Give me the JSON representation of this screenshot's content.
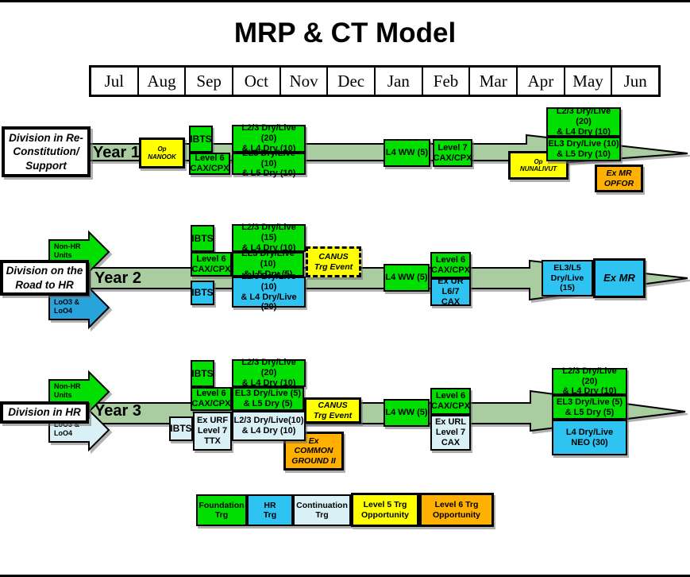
{
  "title": "MRP & CT Model",
  "months": [
    "Jul",
    "Aug",
    "Sep",
    "Oct",
    "Nov",
    "Dec",
    "Jan",
    "Feb",
    "Mar",
    "Apr",
    "May",
    "Jun"
  ],
  "rows": [
    {
      "label": "Division in Re-\nConstitution/\nSupport",
      "year": "Year 1"
    },
    {
      "label": "Division on the\nRoad to HR",
      "year": "Year 2",
      "non_hr": "Non-HR\nUnits",
      "loo": "LoO3 &\nLoO4"
    },
    {
      "label": "Division in HR",
      "year": "Year 3",
      "non_hr": "Non-HR\nUnits",
      "loo": "LoO3 &\nLoO4"
    }
  ],
  "events": {
    "y1_op_nanook": "Op\nNANOOK",
    "y1_ibts": "IBTS",
    "y1_level6": "Level 6\nCAX/CPX",
    "y1_l23_left": "L2/3 Dry/Live (20)\n& L4 Dry (10)",
    "y1_el3_left": "EL3 Dry/Live (10)\n& L5 Dry (10)",
    "y1_l4ww": "L4 WW (5)",
    "y1_level7": "Level 7\nCAX/CPX",
    "y1_l23_right": "L2/3 Dry/Live (20)\n& L4 Dry (10)",
    "y1_el3_right": "EL3 Dry/Live (10)\n& L5 Dry (10)",
    "y1_op_nunalivut": "Op\nNUNALIVUT",
    "y1_ex_mr_opfor": "Ex MR\nOPFOR",
    "y2_ibts_green": "IBTS",
    "y2_level6": "Level 6\nCAX/CPX",
    "y2_ibts_blue": "IBTS",
    "y2_l23_green": "L2/3 Dry/Live (15)\n& L4 Dry (10)",
    "y2_el3_green": "EL3 Dry/Live (10)\n& L5 Dry (5)",
    "y2_l23_blue": "L2/3 Dry/Live (10)\n& L4 Dry/Live (20)",
    "y2_canus": "CANUS\nTrg Event",
    "y2_l4ww": "L4 WW (5)",
    "y2_level6_b": "Level 6\nCAX/CPX",
    "y2_ex_ur": "Ex UR\nL6/7 CAX",
    "y2_el3l5": "EL3/L5\nDry/Live\n(15)",
    "y2_ex_mr": "Ex MR",
    "y3_ibts_green": "IBTS",
    "y3_level6": "Level 6\nCAX/CPX",
    "y3_ibts_pale": "IBTS",
    "y3_ex_urf": "Ex URF\nLevel 7\nTTX",
    "y3_l23_green": "L2/3 Dry/Live (20)\n& L4 Dry (10)",
    "y3_el3_green": "EL3 Dry/Live (5)\n& L5 Dry (5)",
    "y3_l23_pale": "L2/3 Dry/Live(10)\n& L4 Dry (10)",
    "y3_canus": "CANUS\nTrg Event",
    "y3_ex_common": "Ex\nCOMMON\nGROUND II",
    "y3_l4ww": "L4 WW (5)",
    "y3_level6_b": "Level 6\nCAX/CPX",
    "y3_ex_url": "Ex URL\nLevel 7\nCAX",
    "y3_l23_right": "L2/3 Dry/Live (20)\n& L4 Dry (10)",
    "y3_el3_right": "EL3 Dry/Live (5)\n& L5 Dry (5)",
    "y3_l4_neo": "L4 Dry/Live\nNEO (30)"
  },
  "legend": [
    "Foundation\nTrg",
    "HR\nTrg",
    "Continuation\nTrg",
    "Level 5 Trg\nOpportunity",
    "Level 6 Trg\nOpportunity"
  ],
  "colors": {
    "foundation_green": "#00DF00",
    "hr_blue": "#2EC3F0",
    "continuation_pale_blue": "#D8F0F6",
    "level5_yellow": "#FFFF00",
    "level6_orange": "#FFB000",
    "timeline_arrow_green": "#A9CCA1",
    "loo_arrow_blue": "#29A3DC"
  }
}
